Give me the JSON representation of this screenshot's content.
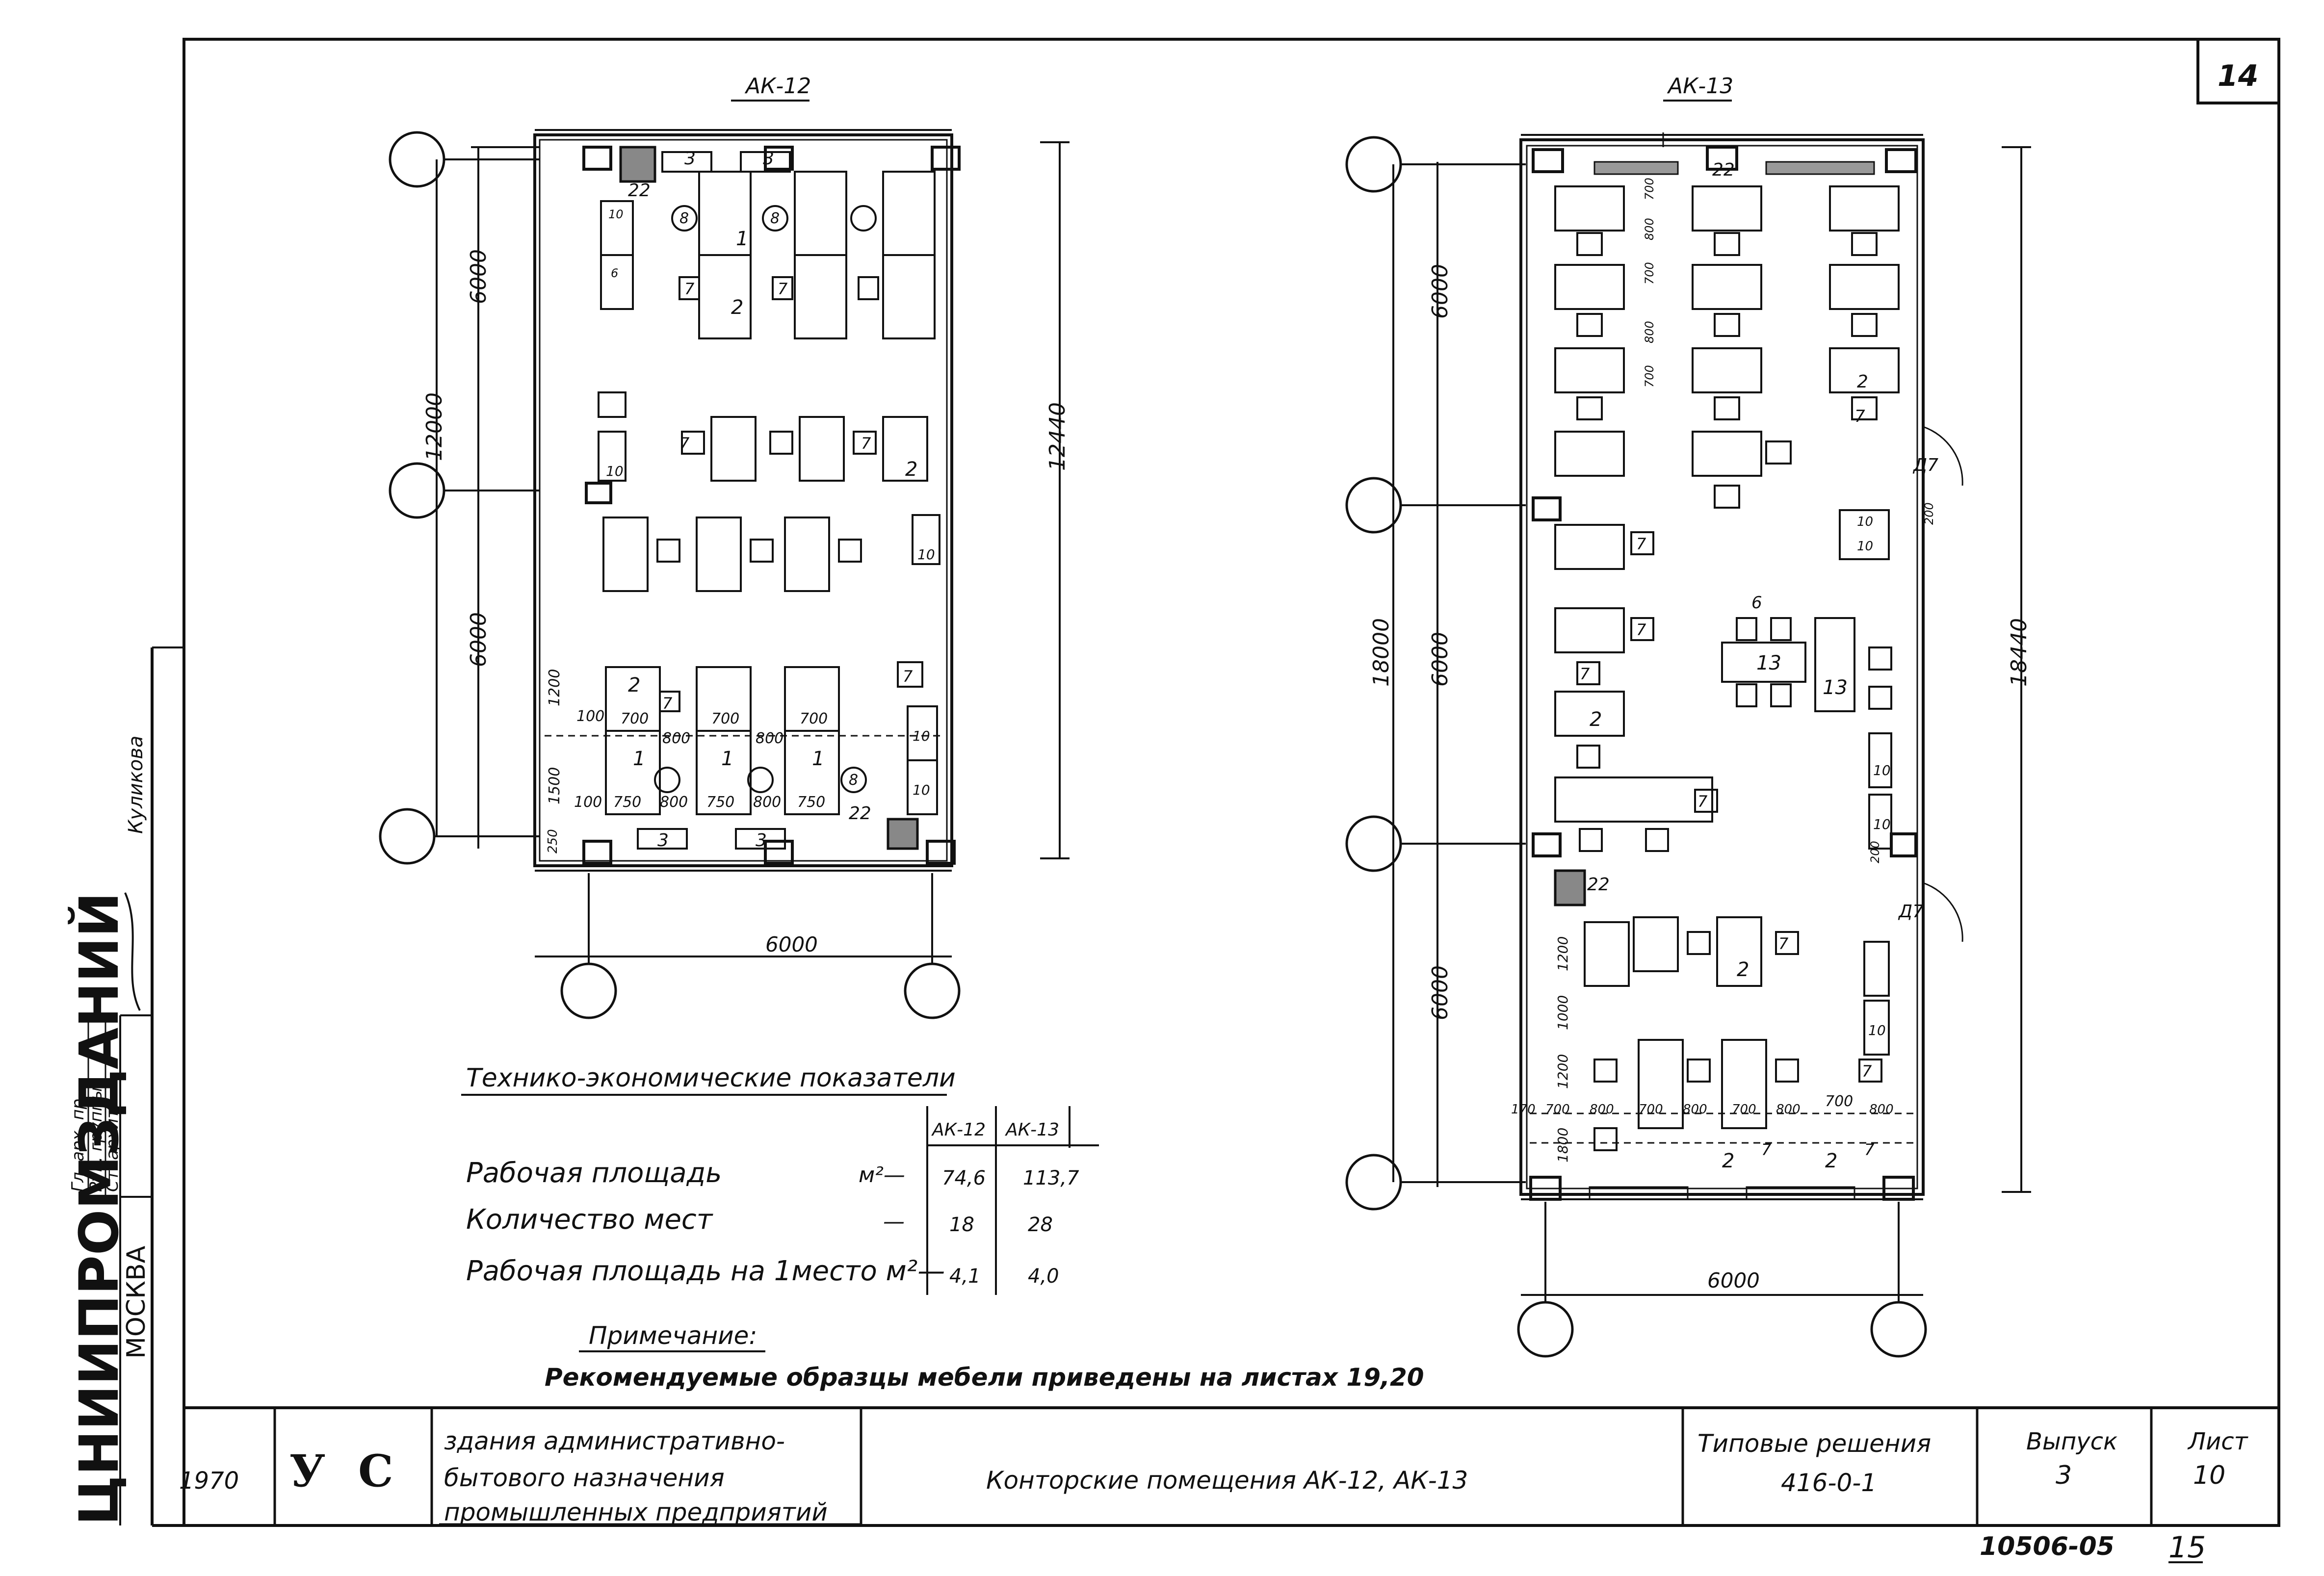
{
  "sheet_number": "14",
  "plans": {
    "ak12": {
      "title": "АК-12",
      "dim_total_height": "12440",
      "dim_inner": "12000",
      "dim_top": "6000",
      "dim_bottom": "6000",
      "dim_width": "6000",
      "row_dims_top": [
        "100",
        "700",
        "700",
        "700"
      ],
      "row_dims_mid": [
        "800",
        "800"
      ],
      "row_dims_bottom": [
        "100",
        "750",
        "800",
        "750",
        "800",
        "750"
      ],
      "left_dims": [
        "1200",
        "1500",
        "250"
      ],
      "marks": [
        "3",
        "3",
        "22",
        "8",
        "8",
        "1",
        "2",
        "7",
        "7",
        "10",
        "6",
        "10",
        "7",
        "7",
        "2",
        "10",
        "2",
        "7",
        "1",
        "1",
        "1",
        "8",
        "10",
        "10",
        "7",
        "22",
        "3",
        "3"
      ]
    },
    "ak13": {
      "title": "АК-13",
      "dim_total_height": "18440",
      "dim_inner": "18000",
      "dim_top": "6000",
      "dim_mid": "6000",
      "dim_bottom": "6000",
      "dim_width": "6000",
      "door_labels": [
        "Д7",
        "Д7"
      ],
      "door_dim": "200",
      "top_dims": [
        "700",
        "800",
        "700",
        "800",
        "700"
      ],
      "bottom_dims": [
        "170",
        "700",
        "800",
        "700",
        "800",
        "700",
        "800",
        "700",
        "800"
      ],
      "left_dims": [
        "1200",
        "1000",
        "1200",
        "1800",
        "200"
      ],
      "marks": [
        "22",
        "2",
        "7",
        "10",
        "10",
        "7",
        "6",
        "13",
        "13",
        "7",
        "7",
        "2",
        "7",
        "10",
        "10",
        "22",
        "2",
        "7",
        "10",
        "7",
        "2",
        "7",
        "2",
        "7"
      ]
    }
  },
  "indicators": {
    "title": "Технико-экономические показатели",
    "col_headers": [
      "АК-12",
      "АК-13"
    ],
    "rows": [
      {
        "label": "Рабочая площадь",
        "unit": "м²—",
        "ak12": "74,6",
        "ak13": "113,7"
      },
      {
        "label": "Количество мест",
        "unit": "—",
        "ak12": "18",
        "ak13": "28"
      },
      {
        "label": "Рабочая площадь на 1место м²—",
        "unit": "",
        "ak12": "4,1",
        "ak13": "4,0"
      }
    ]
  },
  "note": {
    "title": "Примечание:",
    "text": "Рекомендуемые образцы мебели приведены на листах 19,20"
  },
  "side_stamp": {
    "org": "ЦНИИПРОМЗДАНИЙ",
    "city": "МОСКВА",
    "roles": [
      "Гл. арх. пр.",
      "Рук. группы",
      "Ст. архит."
    ],
    "signature_name": "Куликова"
  },
  "title_block": {
    "year": "1970",
    "code_letters": [
      "У",
      "С"
    ],
    "building_type": [
      "здания административно-",
      "бытового назначения",
      "промышленных предприятий"
    ],
    "drawing_title": "Конторские помещения  АК-12, АК-13",
    "series_label": "Типовые решения",
    "series_number": "416-0-1",
    "issue_label": "Выпуск",
    "issue_value": "3",
    "sheet_label": "Лист",
    "sheet_value": "10"
  },
  "footer": {
    "inventory": "10506-05",
    "page": "15"
  }
}
